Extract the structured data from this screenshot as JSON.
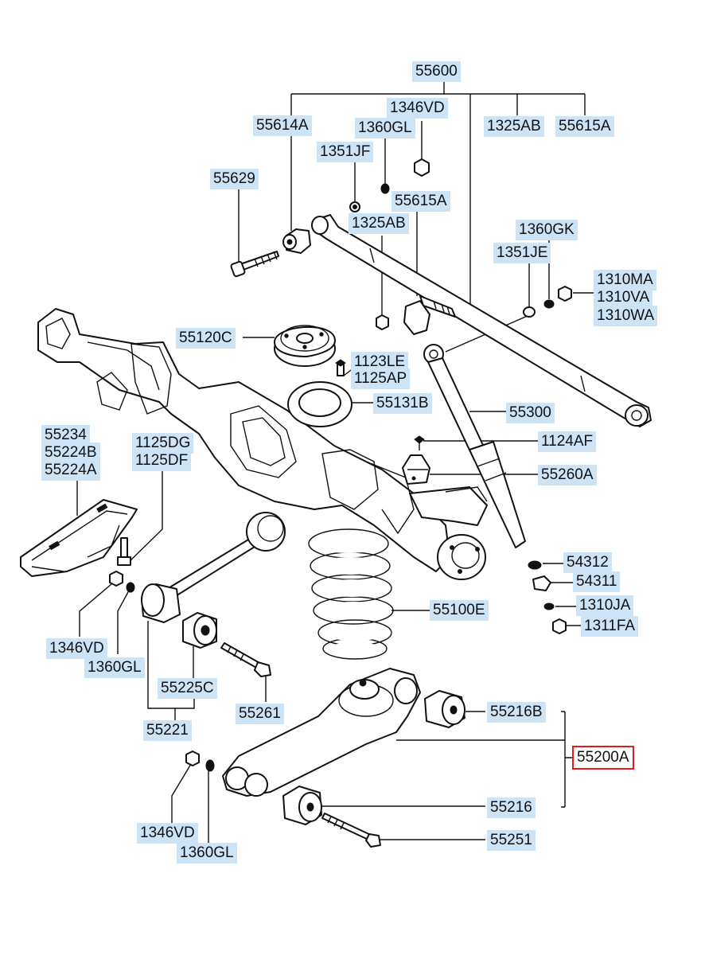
{
  "parts": {
    "p55600": "55600",
    "p55614A": "55614A",
    "p1346VD_top": "1346VD",
    "p1360GL_top": "1360GL",
    "p1351JF": "1351JF",
    "p1325AB_top": "1325AB",
    "p55615A_top": "55615A",
    "p55629": "55629",
    "p55615A_mid": "55615A",
    "p1325AB_mid": "1325AB",
    "p1360GK": "1360GK",
    "p1351JE": "1351JE",
    "p1310MA": "1310MA",
    "p1310VA": "1310VA",
    "p1310WA": "1310WA",
    "p55120C": "55120C",
    "p1123LE": "1123LE",
    "p1125AP": "1125AP",
    "p55131B": "55131B",
    "p55300": "55300",
    "p55234": "55234",
    "p55224B": "55224B",
    "p55224A": "55224A",
    "p1125DG": "1125DG",
    "p1125DF": "1125DF",
    "p1124AF": "1124AF",
    "p55260A": "55260A",
    "p54312": "54312",
    "p54311": "54311",
    "p1310JA": "1310JA",
    "p1311FA": "1311FA",
    "p55100E": "55100E",
    "p1346VD_left": "1346VD",
    "p1360GL_left": "1360GL",
    "p55225C": "55225C",
    "p55261": "55261",
    "p55221": "55221",
    "p55216B": "55216B",
    "p55200A": "55200A",
    "p55216": "55216",
    "p1346VD_bot": "1346VD",
    "p1360GL_bot": "1360GL",
    "p55251": "55251"
  },
  "highlight_color": "#e21b1b",
  "label_bg_color": "#cde4f7"
}
